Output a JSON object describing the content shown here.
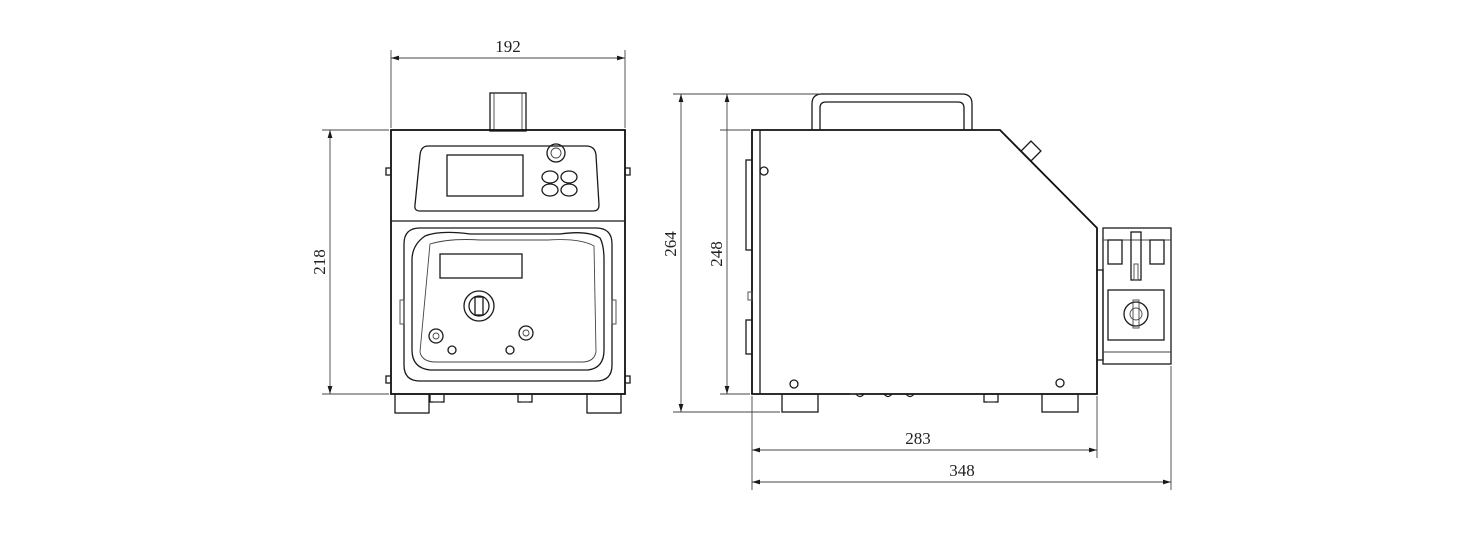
{
  "dimensions": {
    "front_width": "192",
    "front_height": "218",
    "side_total_height": "264",
    "side_body_height": "248",
    "side_body_length": "283",
    "side_total_length": "348"
  },
  "colors": {
    "line": "#1a1a1a",
    "background": "#ffffff"
  }
}
